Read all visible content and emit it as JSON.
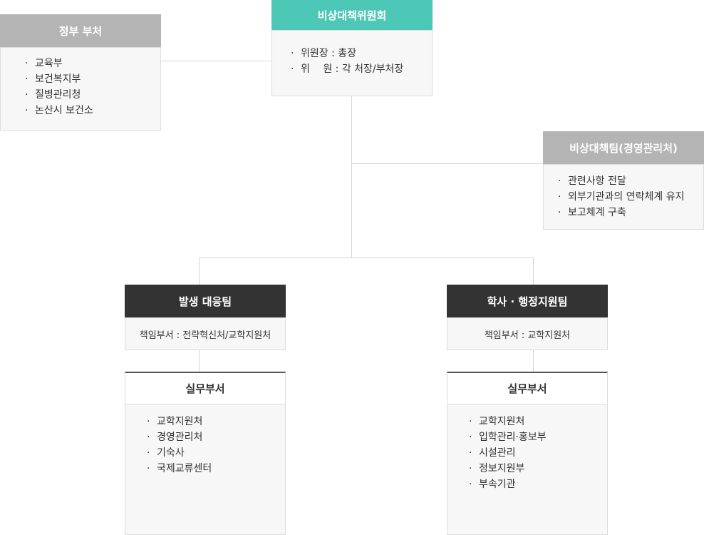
{
  "committee": {
    "title": "비상대책위원회",
    "items": [
      "위원장 : 총장",
      "위　 원 : 각 처장/부처장"
    ]
  },
  "government": {
    "title": "정부 부처",
    "items": [
      "교육부",
      "보건복지부",
      "질병관리청",
      "논산시 보건소"
    ]
  },
  "task_team": {
    "title": "비상대책팀(경영관리처)",
    "items": [
      "관련사항 전달",
      "외부기관과의 연락체계 유지",
      "보고체계 구축"
    ]
  },
  "outbreak_team": {
    "title": "발생 대응팀",
    "responsible": "책임부서 : 전략혁신처/교학지원처",
    "working_title": "실무부서",
    "working_items": [
      "교학지원처",
      "경영관리처",
      "기숙사",
      "국제교류센터"
    ]
  },
  "academic_team": {
    "title": "학사 · 행정지원팀",
    "responsible": "책임부서 : 교학지원처",
    "working_title": "실무부서",
    "working_items": [
      "교학지원처",
      "입학관리·홍보부",
      "시설관리",
      "정보지원부",
      "부속기관"
    ]
  },
  "colors": {
    "committee_header": "#4dc8b7",
    "gray_header": "#b4b4b4",
    "dark_header": "#333333",
    "line": "#d6d6d6",
    "box_fill": "#f7f7f7"
  }
}
